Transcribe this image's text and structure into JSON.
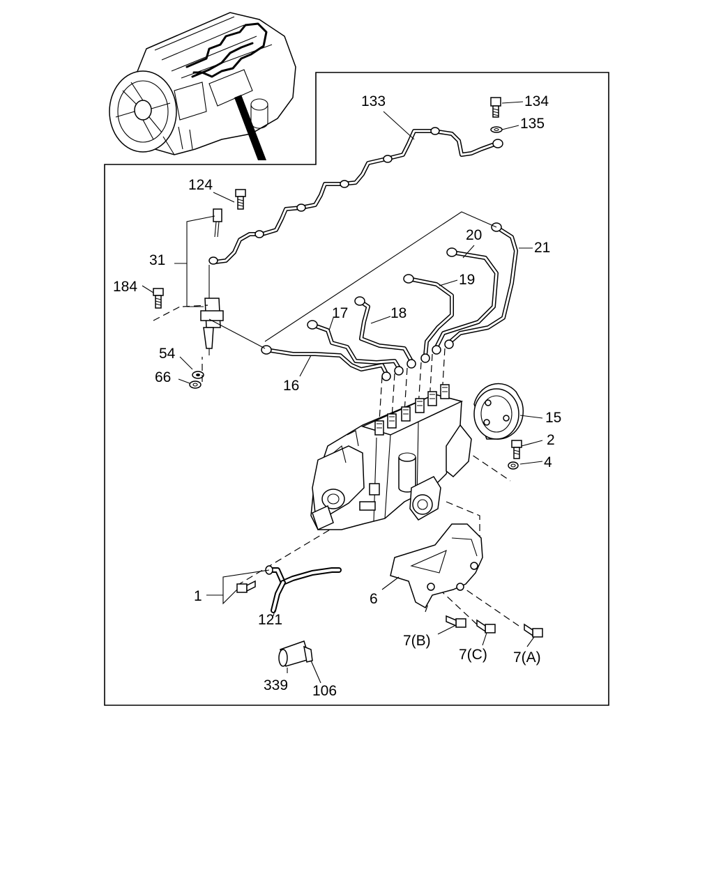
{
  "parts": {
    "p133": "133",
    "p134": "134",
    "p135": "135",
    "p124": "124",
    "p31": "31",
    "p184": "184",
    "p54": "54",
    "p66": "66",
    "p16": "16",
    "p17": "17",
    "p18": "18",
    "p19": "19",
    "p20": "20",
    "p21": "21",
    "p15": "15",
    "p2": "2",
    "p4": "4",
    "p1": "1",
    "p121": "121",
    "p6": "6",
    "p7b": "7(B)",
    "p7c": "7(C)",
    "p7a": "7(A)",
    "p339": "339",
    "p106": "106"
  }
}
